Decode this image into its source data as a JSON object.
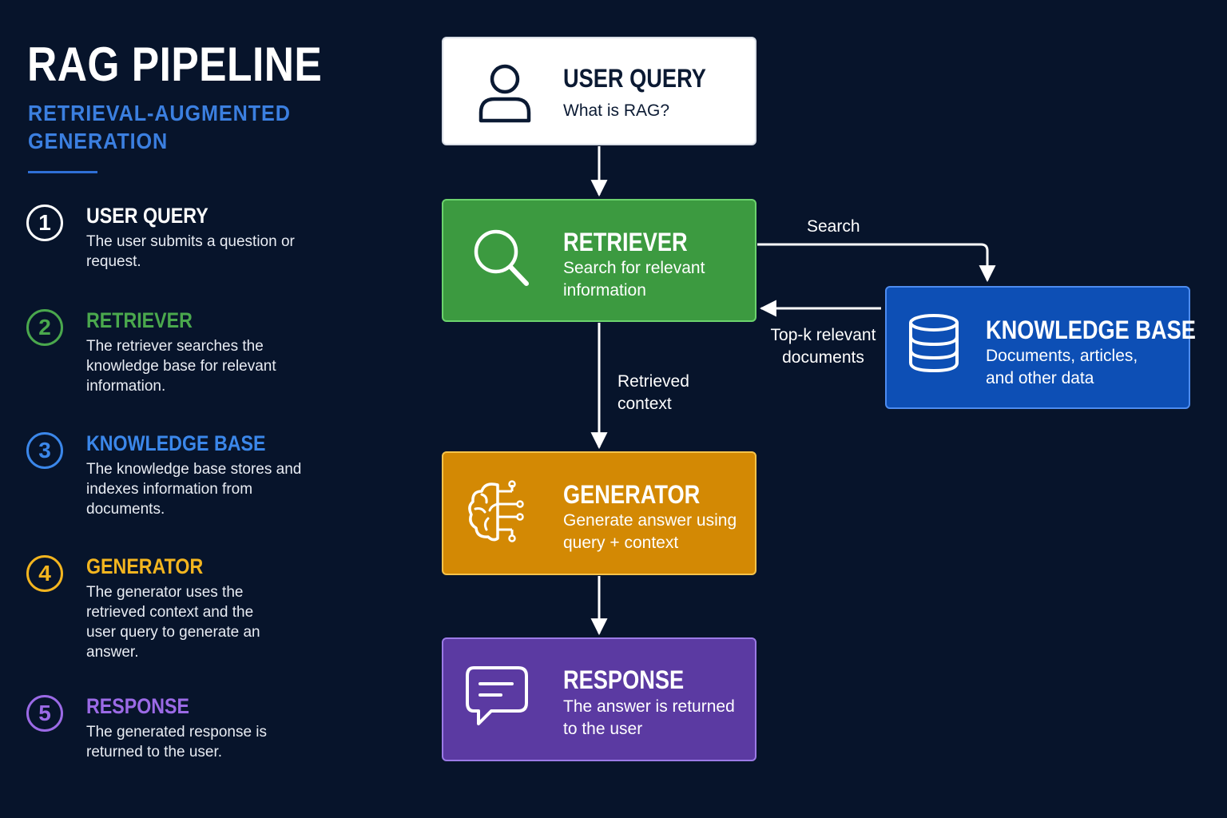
{
  "title": "RAG PIPELINE",
  "subtitle": "RETRIEVAL-AUGMENTED GENERATION",
  "colors": {
    "background": "#07142b",
    "accent_blue": "#3b7fe0",
    "retriever_green": "#3c9a40",
    "knowledge_blue": "#0d4fb5",
    "generator_orange": "#d38904",
    "response_purple": "#5b3aa2"
  },
  "steps": [
    {
      "number": "1",
      "title": "USER QUERY",
      "description": "The user submits a question or request.",
      "color": "#ffffff"
    },
    {
      "number": "2",
      "title": "RETRIEVER",
      "description": "The retriever searches the knowledge base for relevant information.",
      "color": "#4aa84d"
    },
    {
      "number": "3",
      "title": "KNOWLEDGE BASE",
      "description": "The knowledge base stores and indexes information from documents.",
      "color": "#3b87ea"
    },
    {
      "number": "4",
      "title": "GENERATOR",
      "description": "The generator uses the retrieved context and the user query to generate an answer.",
      "color": "#f3b51f"
    },
    {
      "number": "5",
      "title": "RESPONSE",
      "description": "The generated response is returned to the user.",
      "color": "#9b6ae6"
    }
  ],
  "flow": {
    "user_query": {
      "title": "USER QUERY",
      "description": "What is RAG?",
      "icon": "user-icon"
    },
    "retriever": {
      "title": "RETRIEVER",
      "description": "Search for relevant information",
      "icon": "search-icon"
    },
    "knowledge_base": {
      "title": "KNOWLEDGE BASE",
      "description": "Documents, articles, and other data",
      "icon": "database-icon"
    },
    "generator": {
      "title": "GENERATOR",
      "description": "Generate answer using query + context",
      "icon": "brain-circuit-icon"
    },
    "response": {
      "title": "RESPONSE",
      "description": "The answer is returned to the user",
      "icon": "chat-bubble-icon"
    }
  },
  "edges": {
    "search": "Search",
    "top_k": "Top-k relevant documents",
    "retrieved_context": "Retrieved context"
  }
}
